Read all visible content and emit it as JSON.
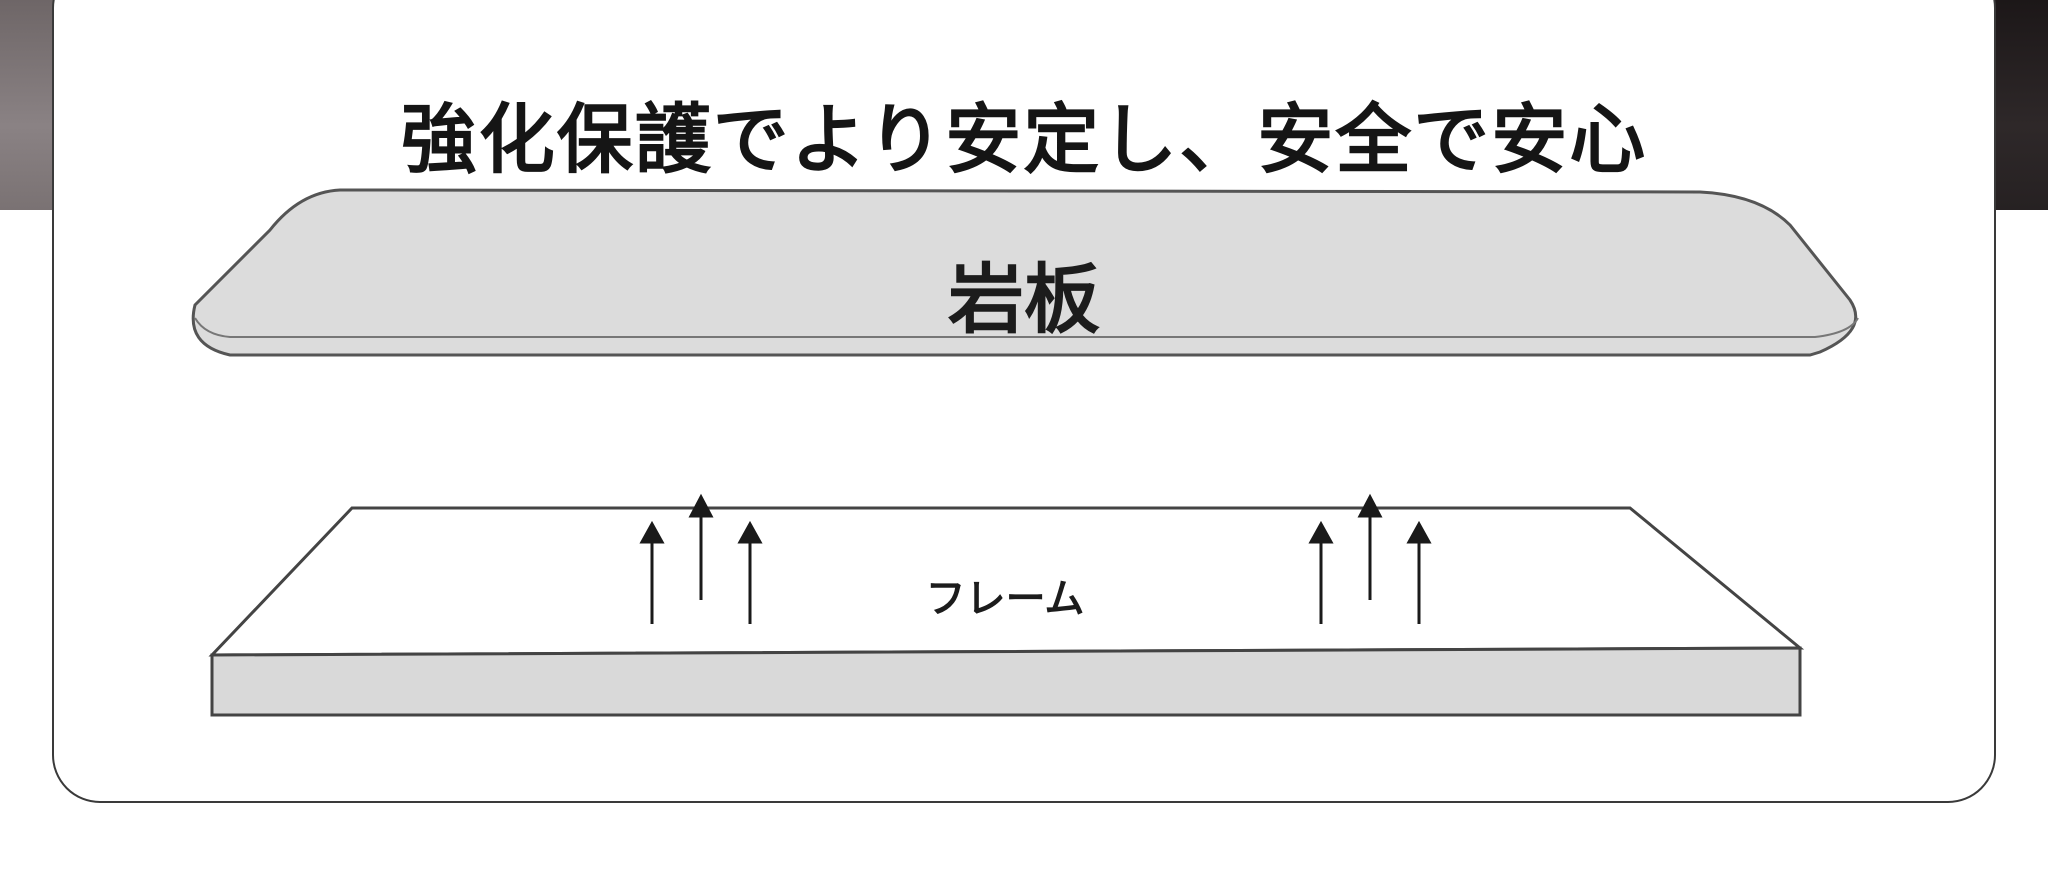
{
  "headline": "強化保護でより安定し、安全で安心",
  "top_slab_label": "岩板",
  "frame_label": "フレーム",
  "colors": {
    "slab_fill": "#dcdcdc",
    "slab_outline": "#555555",
    "frame_top": "#ffffff",
    "frame_side": "#d9d9d9",
    "arrow": "#1a1a1a",
    "card_border": "#3a3a3a"
  }
}
